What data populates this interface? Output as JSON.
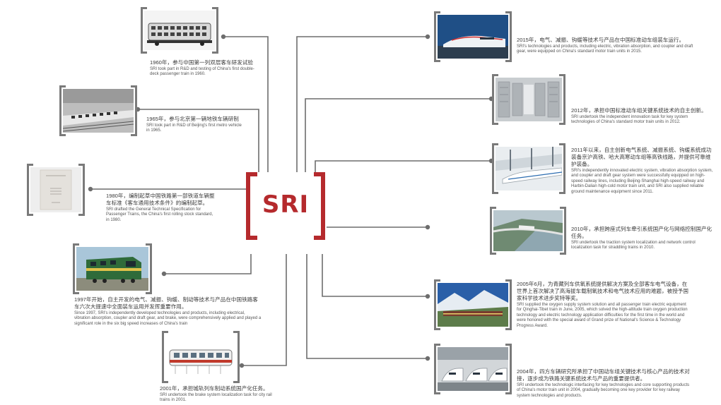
{
  "center_label": "SRI",
  "colors": {
    "accent": "#b52a2d",
    "frame": "#7a7a7a",
    "line": "#6d6d6d"
  },
  "milestones": [
    {
      "id": "m1960",
      "image_icon": "double-deck-train-photo",
      "zh": "1960年，参与中国第一列双层客车研发试验",
      "en": "SRI took part in R&D and testing of China's first double-deck passenger train in 1960."
    },
    {
      "id": "m1965",
      "image_icon": "metro-vehicle-photo",
      "zh": "1965年，参与北京第一辆地铁车辆研制",
      "en": "SRI took part in R&D of Beijing's first metro vehicle in 1965."
    },
    {
      "id": "m1980",
      "image_icon": "specification-document-photo",
      "zh": "1980年，编制起草中国铁路第一部铁道车辆整车标准《客车通用技术条件》的编制起草。",
      "en": "SRI drafted the General Technical Specification for Passenger Trains, the China's first rolling stock standard, in 1980."
    },
    {
      "id": "m1997",
      "image_icon": "locomotive-photo",
      "zh": "1997年开始，自主开发的电气、减振、钩缓、制动等技术与产品在中国铁路客车六次大提速中全面装车运用并发挥重要作用。",
      "en": "Since 1997, SRI's independently developed technologies and products, including electrical, vibration absorption, coupler and draft gear, and brake, were comprehensively applied and played a significant role in the six big speed increases of China's train"
    },
    {
      "id": "m2001",
      "image_icon": "city-rail-train-photo",
      "zh": "2001年，承担城轨列车制动系统国产化任务。",
      "en": "SRI undertook the brake system localization task for city rail trains in 2001."
    },
    {
      "id": "m2015",
      "image_icon": "high-speed-train-photo",
      "zh": "2015年，电气、减振、钩缓等技术与产品在中国标准动车组装车运行。",
      "en": "SRI's technologies and products, including electric, vibration absorption, and coupler and draft gear, were equipped on China's standard motor train units in 2015."
    },
    {
      "id": "m2012",
      "image_icon": "equipment-room-photo",
      "zh": "2012年，承担中国标准动车组关键系统技术的自主创新。",
      "en": "SRI undertook the independent innovation task for key system technologies of China's standard motor train units in 2012."
    },
    {
      "id": "m2011",
      "image_icon": "snow-train-photo",
      "zh": "2011年以来，自主创新电气系统、减振系统、钩缓系统成功装备京沪高铁、哈大高寒动车组等高铁线路，并提供可靠维护装备。",
      "en": "SRI's independently innovated electric system, vibration absorption system, and coupler and draft gear system were successfully equipped on high-speed railway lines, including Beijing-Shanghai high-speed railway and Harbin-Dalian high-cold motor train unit, and SRI also supplied reliable ground maintenance equipment since 2011."
    },
    {
      "id": "m2010",
      "image_icon": "straddle-monorail-photo",
      "zh": "2010年，承担跨座式列车牵引系统国产化与网络控制国产化任务。",
      "en": "SRI undertook the traction system localization and network control localization task for straddling trains in 2010."
    },
    {
      "id": "m2005",
      "image_icon": "qinghai-tibet-train-photo",
      "zh": "2005年6月，为青藏列车供氧系统提供解决方案及全部客车电气设备，在世界上首次解决了高海拔车载制氧技术和电气技术应用的难题，被授予国家科学技术进步奖特等奖。",
      "en": "SRI supplied the oxygen supply system solution and all passenger train electric equipment for Qinghai-Tibet train in June, 2005, which solved the high-altitude train oxygen production technology and electric technology application difficulties for the first time in the world and were honored with the special award of Grand prize of National's Science & Technology Progress Award."
    },
    {
      "id": "m2004",
      "image_icon": "motor-train-units-photo",
      "zh": "2004年，四方车辆研究所承担了中国动车组关键技术与核心产品的技术对接，逐步成为铁路关键系统技术与产品的重要提供者。",
      "en": "SRI undertook the technologic interfacing for key technologies and core supporting products of China's motor train unit in 2004, gradually becoming one key provider for key railway system technologies and products."
    }
  ]
}
